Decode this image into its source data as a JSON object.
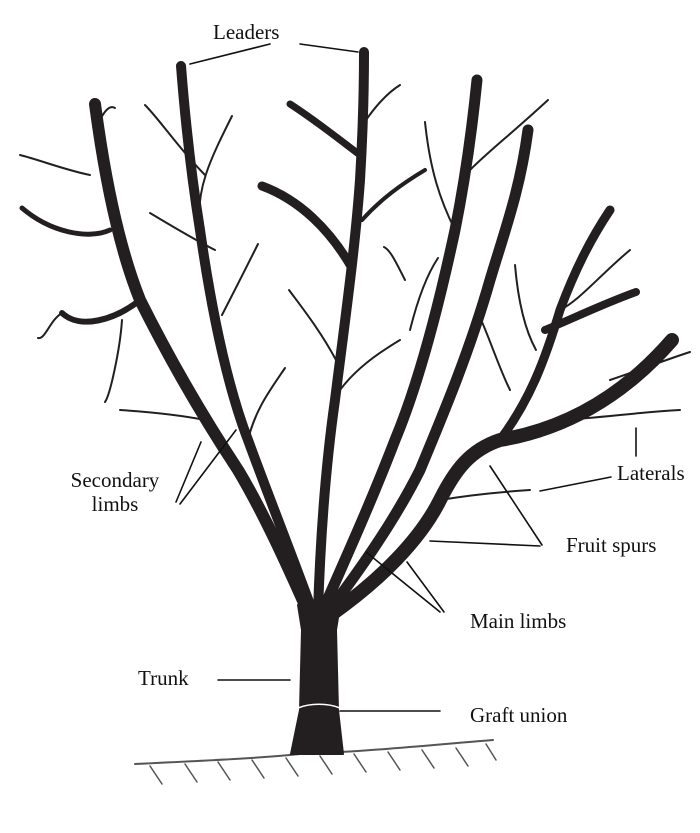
{
  "colors": {
    "background": "#ffffff",
    "ink": "#231f20",
    "ground": "#555555"
  },
  "labels": {
    "leaders": "Leaders",
    "secondary_limbs_line1": "Secondary",
    "secondary_limbs_line2": "limbs",
    "laterals": "Laterals",
    "fruit_spurs": "Fruit spurs",
    "main_limbs": "Main limbs",
    "trunk": "Trunk",
    "graft_union": "Graft union"
  }
}
